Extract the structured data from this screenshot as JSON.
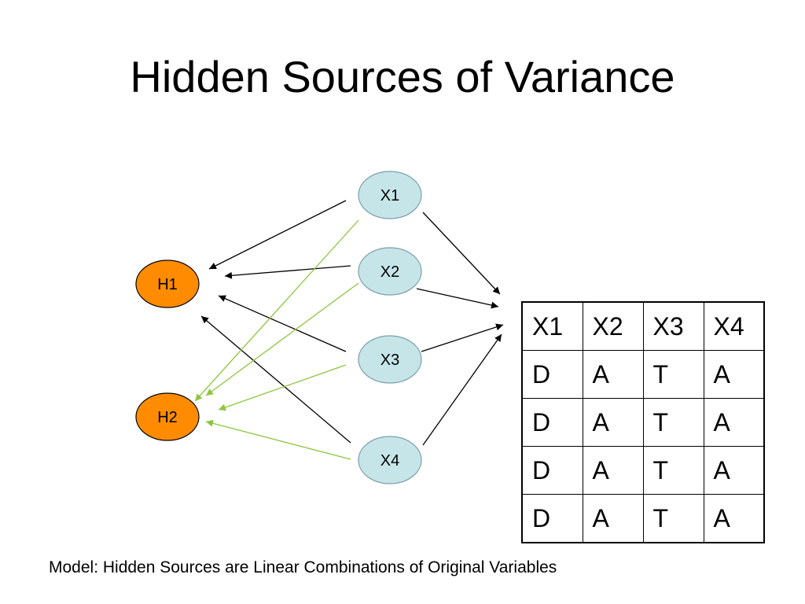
{
  "title": "Hidden Sources of Variance",
  "caption": "Model: Hidden Sources are Linear Combinations of Original Variables",
  "colors": {
    "observed_fill": "#c6e5e9",
    "hidden_fill": "#ff8c00",
    "black_arrow": "#000000",
    "green_arrow": "#8cc63f"
  },
  "nodes": {
    "x1": "X1",
    "x2": "X2",
    "x3": "X3",
    "x4": "X4",
    "h1": "H1",
    "h2": "H2"
  },
  "edges": [
    {
      "from": "X1",
      "to": "H1",
      "color": "black"
    },
    {
      "from": "X2",
      "to": "H1",
      "color": "black"
    },
    {
      "from": "X3",
      "to": "H1",
      "color": "black"
    },
    {
      "from": "X4",
      "to": "H1",
      "color": "black"
    },
    {
      "from": "X1",
      "to": "H2",
      "color": "green"
    },
    {
      "from": "X2",
      "to": "H2",
      "color": "green"
    },
    {
      "from": "X3",
      "to": "H2",
      "color": "green"
    },
    {
      "from": "X4",
      "to": "H2",
      "color": "green"
    },
    {
      "from": "X1",
      "to": "table",
      "color": "black"
    },
    {
      "from": "X2",
      "to": "table",
      "color": "black"
    },
    {
      "from": "X3",
      "to": "table",
      "color": "black"
    },
    {
      "from": "X4",
      "to": "table",
      "color": "black"
    }
  ],
  "table": {
    "headers": [
      "X1",
      "X2",
      "X3",
      "X4"
    ],
    "rows": [
      [
        "D",
        "A",
        "T",
        "A"
      ],
      [
        "D",
        "A",
        "T",
        "A"
      ],
      [
        "D",
        "A",
        "T",
        "A"
      ],
      [
        "D",
        "A",
        "T",
        "A"
      ]
    ]
  }
}
